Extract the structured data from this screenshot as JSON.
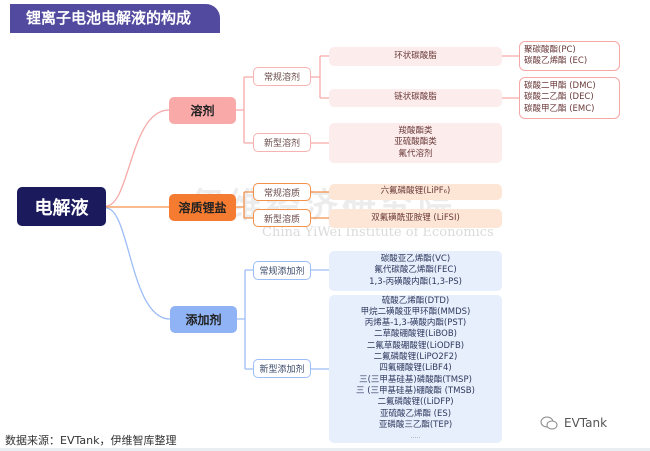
{
  "title": "锂离子电池电解液的构成",
  "root": "电解液",
  "watermark": {
    "cn": "伊维经济研究院",
    "en": "China YiWei Institute of Economics"
  },
  "branches": {
    "solvent": {
      "label": "溶剂",
      "conventional": {
        "label": "常规溶剂",
        "cyclic": {
          "label": "环状碳酸脂",
          "items": [
            "聚碳酸酯(PC)",
            "碳酸乙烯酯 (EC)"
          ]
        },
        "linear": {
          "label": "链状碳酸脂",
          "items": [
            "碳酸二甲酯 (DMC)",
            "碳酸二乙酯 (DEC)",
            "碳酸甲乙酯 (EMC)"
          ]
        }
      },
      "novel": {
        "label": "新型溶剂",
        "items": [
          "羧酸酯类",
          "亚硫酸酯类",
          "氟代溶剂"
        ]
      }
    },
    "salt": {
      "label": "溶质锂盐",
      "conventional": {
        "label": "常规溶质",
        "item": "六氟磷酸锂(LiPF₆)"
      },
      "novel": {
        "label": "新型溶质",
        "item": "双氟磺酰亚胺锂 (LiFSI)"
      }
    },
    "additive": {
      "label": "添加剂",
      "conventional": {
        "label": "常规添加剂",
        "items": [
          "碳酸亚乙烯酯(VC)",
          "氟代碳酸乙烯酯(FEC)",
          "1,3-丙磺酸内酯(1,3-PS)"
        ]
      },
      "novel": {
        "label": "新型添加剂",
        "items": [
          "硫酸乙烯酯(DTD)",
          "甲烷二磺酸亚甲环酯(MMDS)",
          "丙烯基-1,3-磺酸内酯(PST)",
          "二草酸硼酸锂(LiBOB)",
          "二氟草酸硼酸锂(LiODFB)",
          "二氟磷酸锂(LiPO2F2)",
          "四氟硼酸锂(LiBF4)",
          "三(三甲基硅基)磷酸酯(TMSP)",
          "三 (三甲基硅基)硼酸酯 (TMSB)",
          "二氟磷酸锂((LiDFP)",
          "亚硫酸乙烯酯  (ES)",
          "亚磷酸三乙酯(TEP)",
          "....."
        ]
      }
    }
  },
  "footer": "数据来源：EVTank，伊维智库整理",
  "logo": "EVTank",
  "colors": {
    "title": "#524a9e",
    "root": "#1b1a5c",
    "solvent": "#f9a9a8",
    "salt": "#f47b30",
    "additive": "#8fb3f5"
  }
}
